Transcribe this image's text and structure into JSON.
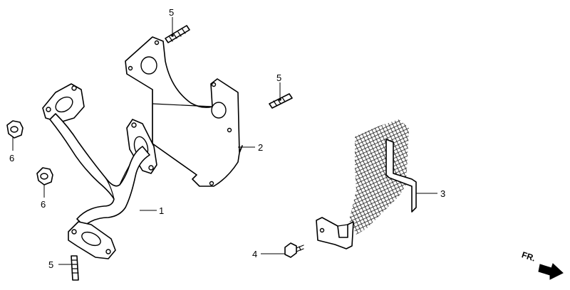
{
  "callouts": {
    "exhaust_pipe": "1",
    "heat_shield_plate": "2",
    "bracket": "3",
    "bolt": "4",
    "stud_top": "5",
    "stud_mid": "5",
    "stud_bottom": "5",
    "nut_upper": "6",
    "nut_lower": "6"
  },
  "direction_marker": "FR."
}
